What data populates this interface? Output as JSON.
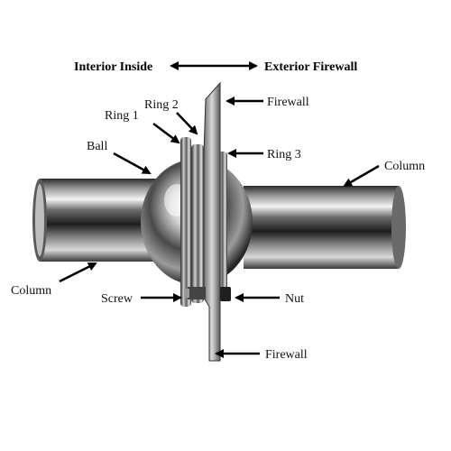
{
  "header": {
    "left_label": "Interior Inside",
    "right_label": "Exterior Firewall"
  },
  "labels": {
    "firewall_top": "Firewall",
    "ring_2": "Ring 2",
    "ring_1": "Ring 1",
    "ring_3": "Ring 3",
    "ball": "Ball",
    "column_right": "Column",
    "column_left": "Column",
    "screw": "Screw",
    "nut": "Nut",
    "firewall_bottom": "Firewall"
  },
  "colors": {
    "text": "#111111",
    "arrow": "#000000",
    "chrome_dark": "#3a3a3a",
    "chrome_light": "#f2f2f2"
  }
}
